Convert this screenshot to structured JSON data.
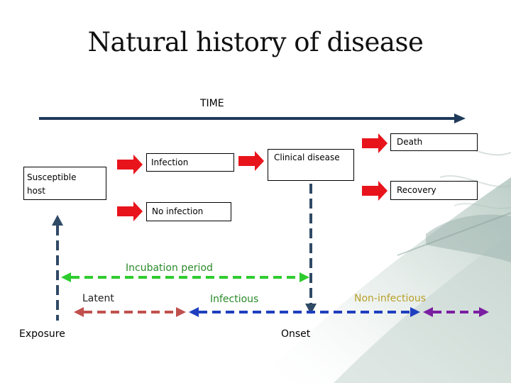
{
  "title": "Natural history of disease",
  "time_label": "TIME",
  "boxes": {
    "susceptible_host": "Susceptible\nhost",
    "infection": "Infection",
    "no_infection": "No infection",
    "clinical_disease": "Clinical disease",
    "death": "Death",
    "recovery": "Recovery"
  },
  "periods": {
    "incubation": "Incubation period",
    "latent": "Latent",
    "infectious": "Infectious",
    "non_infectious": "Non-infectious"
  },
  "events": {
    "exposure": "Exposure",
    "onset": "Onset"
  },
  "colors": {
    "time_arrow": "#1f3a5a",
    "red_arrow": "#e8141c",
    "incubation": "#2ecc2e",
    "latent": "#c0504d",
    "infectious": "#1f3fbf",
    "non_infectious": "#7a1fa2",
    "vertical_dash": "#2f4a66",
    "period_text": "#2a8a2a",
    "non_infectious_text": "#b8a02a"
  }
}
